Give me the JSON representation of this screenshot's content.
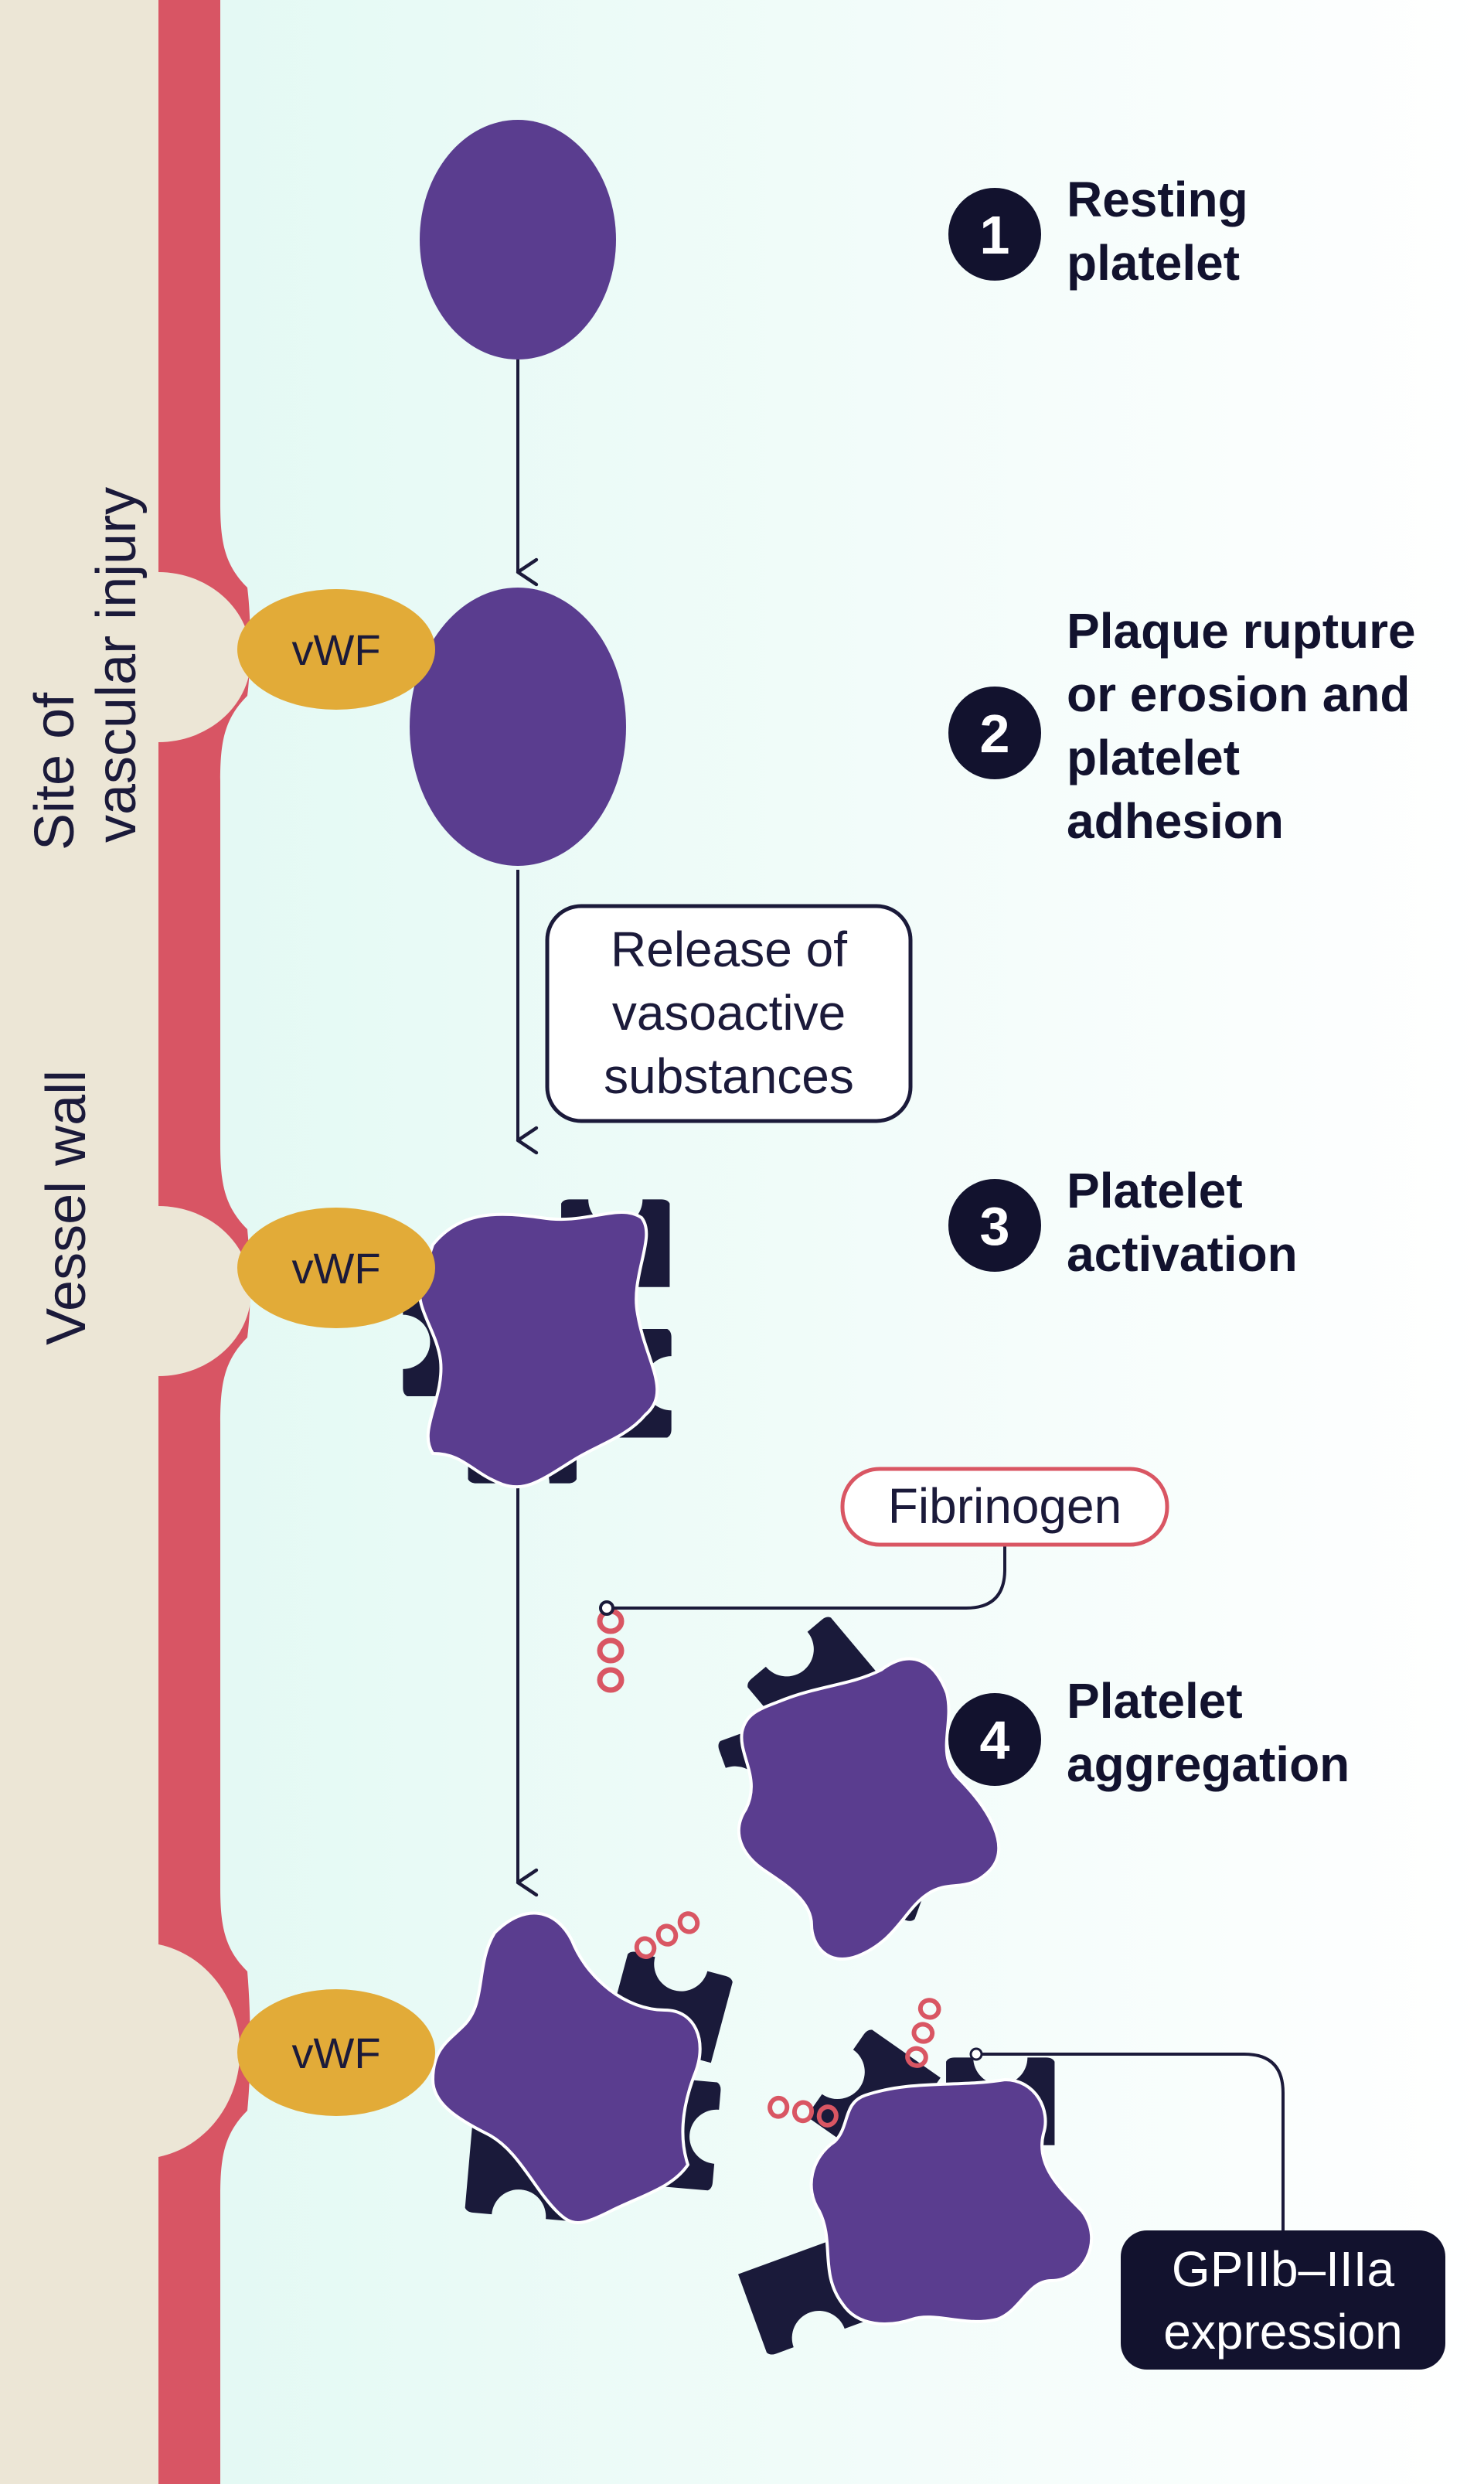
{
  "wall_labels": {
    "site_line1": "Site of",
    "site_line2": "vascular injury",
    "vessel_wall": "Vessel wall"
  },
  "steps": [
    {
      "number": "1",
      "title_lines": [
        "Resting",
        "platelet"
      ]
    },
    {
      "number": "2",
      "title_lines": [
        "Plaque rupture",
        "or erosion and",
        "platelet",
        "adhesion"
      ]
    },
    {
      "number": "3",
      "title_lines": [
        "Platelet",
        "activation"
      ]
    },
    {
      "number": "4",
      "title_lines": [
        "Platelet",
        "aggregation"
      ]
    }
  ],
  "callouts": {
    "release_lines": [
      "Release of",
      "vasoactive",
      "substances"
    ],
    "fibrinogen": "Fibrinogen",
    "gp_lines": [
      "GPIIb–IIIa",
      "expression"
    ]
  },
  "vwf_label": "vWF",
  "colors": {
    "background_gradient_start": "#e0f8f2",
    "background_gradient_end": "#ffffff",
    "vessel_wall_outer": "#ece6d6",
    "vessel_wall_red": "#d85564",
    "platelet": "#5a3d8f",
    "receptor": "#1a1a3a",
    "vwf": "#e2ab38",
    "fibrinogen": "#d95663",
    "number_badge": "#12122e"
  }
}
